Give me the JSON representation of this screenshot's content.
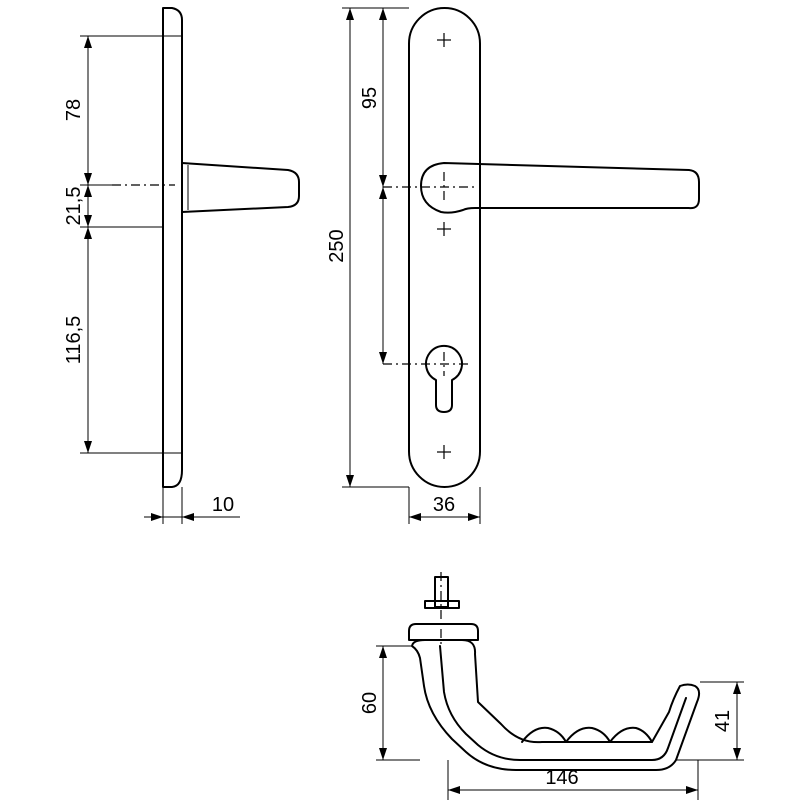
{
  "dimensions": {
    "side_top": "78",
    "side_middle": "21,5",
    "side_bottom": "116,5",
    "side_thickness": "10",
    "front_height": "250",
    "front_spindle_to_lock": "95",
    "front_width": "36",
    "handle_length": "146",
    "handle_height": "60",
    "handle_drop": "41"
  }
}
